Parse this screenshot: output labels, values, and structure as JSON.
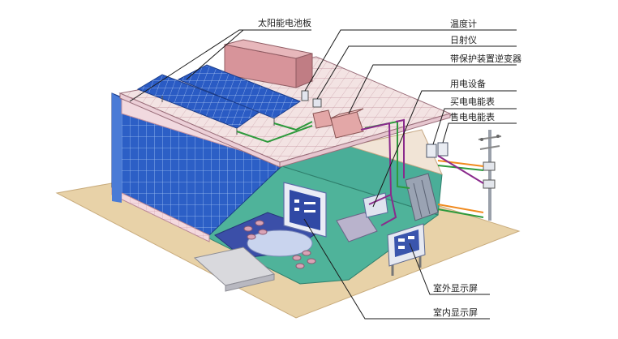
{
  "labels": {
    "solar_panel": "太阳能电池板",
    "thermometer": "温度计",
    "pyranometer": "日射仪",
    "inverter": "带保护装置逆变器",
    "appliance": "用电设备",
    "buy_meter": "买电电能表",
    "sell_meter": "售电电能表",
    "outdoor_display": "室外显示屏",
    "indoor_display": "室内显示屏"
  },
  "colors": {
    "ground": "#e6cfa6",
    "facade_blue": "#2f63c8",
    "roof_grid": "#f1dede",
    "floor_green": "#4fb39a",
    "power_line_green": "#2e9a3c",
    "signal_line_purple": "#8a2a8c",
    "grid_line_orange": "#f08a1e",
    "leader_line": "#1a1a1a"
  }
}
